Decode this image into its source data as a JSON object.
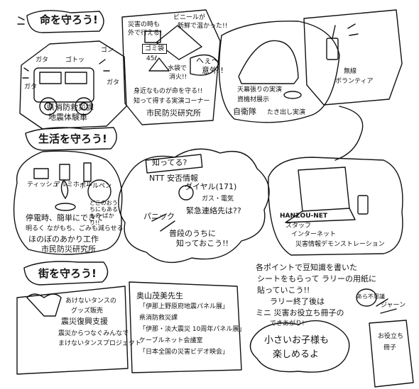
{
  "sections": {
    "protect_life": {
      "title": "命を守ろう!",
      "quake_truck": {
        "sfx1": "ガタ",
        "sfx2": "ゴン",
        "sfx3": "ガタ",
        "sfx4": "ガタ",
        "sfx5": "ゴトッ",
        "caption_line1": "県消防救災課",
        "caption_line2": "地震体験車"
      },
      "tent": {
        "note1": "災害の時も",
        "note2": "外で行える!",
        "note3": "ビニールが",
        "note4": "新鮮で温かった!!",
        "box_label": "ゴミ袋",
        "box_sub": "45ℓ",
        "comment": "へぇ～",
        "comment2": "意外!!",
        "water_note": "水袋で",
        "water_note2": "消火!!",
        "caption_line1": "身近なものが命を守る!!",
        "caption_line2": "知って得する実演コーナー",
        "org": "市民防災研究所"
      },
      "sdf": {
        "line1": "天幕張りの実演",
        "line2": "資機材展示",
        "line3": "自衛隊",
        "line4": "たき出し実演"
      },
      "radio": {
        "line1": "無線",
        "line2": "ボランティア"
      }
    },
    "protect_living": {
      "title": "生活を守ろう!",
      "items": {
        "tissue": "ティッシュ",
        "foil": "アルミホイル",
        "pen": "ボールペン",
        "kid": "どこのおうちにもあるもの ばかり!!"
      },
      "caption_line1": "停電時、簡単にできて",
      "caption_line2": "明るく ながもち、ごみも減らせる",
      "caption_line3": "ほのぼのあかり工作",
      "org": "市民防災研究所",
      "cloud": {
        "box": "知ってる?",
        "line1": "NTT 安否情報",
        "line2": "ダイヤル(171)",
        "line3": "ガス・電気",
        "line4": "緊急連絡先は??",
        "line5": "パニック",
        "line6": "普段のうちに",
        "line7": "知っておこう!!"
      },
      "laptop": {
        "screen": "HANZOU-NET",
        "sub": "スタッフ",
        "line1": "インターネット",
        "line2": "災害情報デモンストレーション"
      }
    },
    "protect_town": {
      "title": "街を守ろう!",
      "left": {
        "line1": "あけないタンスの",
        "line2": "グッズ販売",
        "line3": "震災復興支援",
        "line4": "震災からつなぐみんなで",
        "line5": "まけないタンスプロジェクト"
      },
      "right": {
        "line1": "奥山茂美先生",
        "line2": "「伊那上野原府地震パネル展」",
        "line3": "県消防救災課",
        "line4": "「伊那・淡大震災 10周年パネル展」",
        "line5": "ケーブルネット会議室",
        "line6": "「日本全国の災害ビデオ映会」"
      }
    },
    "bottom_right": {
      "line1": "各ポイントで豆知識を書いた",
      "line2": "シートをもらって ラリーの用紙に",
      "line3": "貼っていこう!!",
      "line4": "ラリー終了後は",
      "line5": "ミニ 災害お役立ち冊子の",
      "line6": "できあがり!",
      "bubble": "あら不思議",
      "jan": "ジャーン",
      "cloud1": "小さいお子様も",
      "cloud2": "楽しめるよ",
      "booklet1": "お役立ち",
      "booklet2": "冊子"
    }
  }
}
